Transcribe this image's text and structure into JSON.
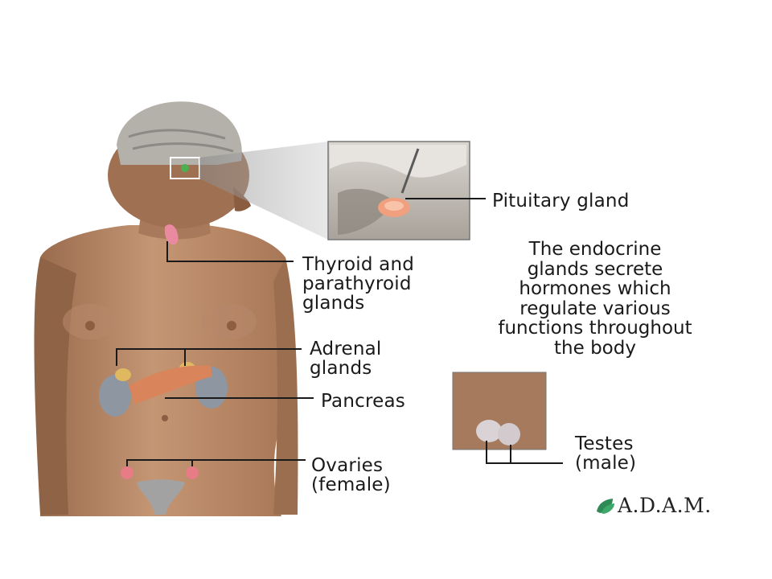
{
  "labels": {
    "pituitary": "Pituitary gland",
    "thyroid": [
      "Thyroid and",
      "parathyroid",
      "glands"
    ],
    "adrenal": [
      "Adrenal",
      "glands"
    ],
    "pancreas": "Pancreas",
    "ovaries": [
      "Ovaries",
      "(female)"
    ],
    "testes": [
      "Testes",
      "(male)"
    ]
  },
  "caption": [
    "The endocrine",
    "glands secrete",
    "hormones which",
    "regulate various",
    "functions throughout",
    "the body"
  ],
  "logo": "A.D.A.M."
}
